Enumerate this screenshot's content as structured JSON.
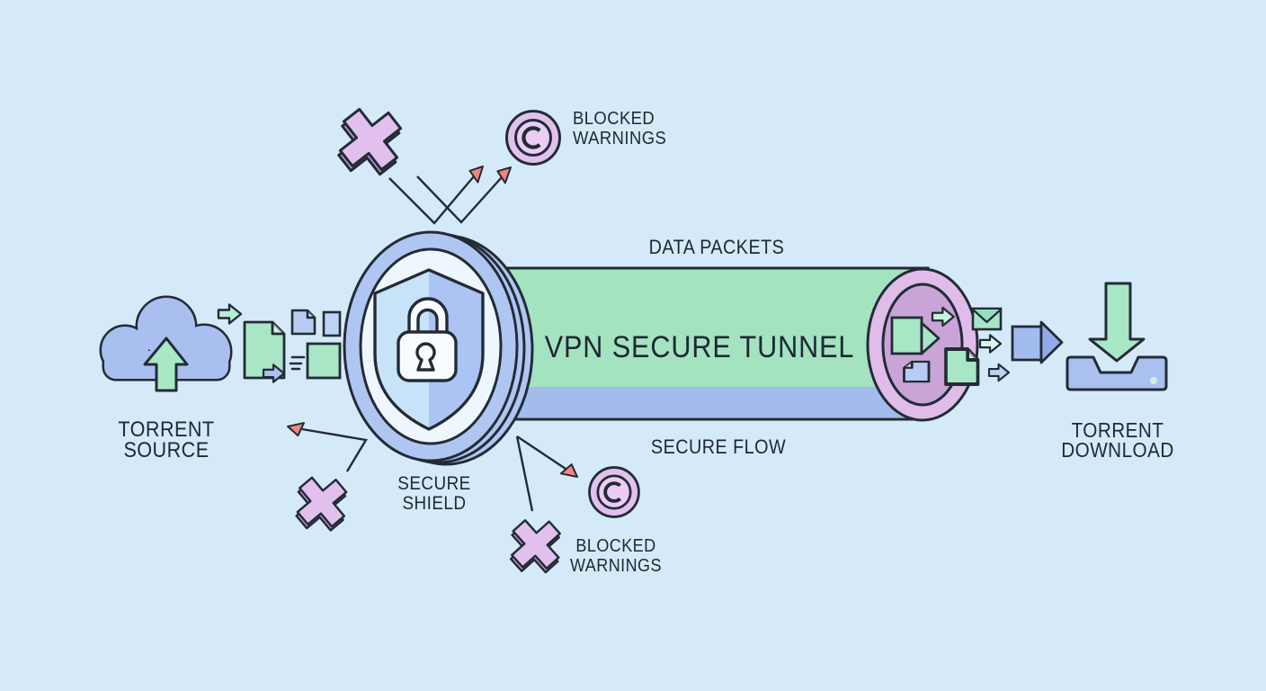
{
  "diagram_title": "VPN Secure Tunnel torrenting diagram",
  "colors": {
    "background": "#d5eaf8",
    "outline": "#232b36",
    "text": "#1d2834",
    "tunnel_green": "#a3e3c0",
    "tunnel_blue": "#a4bbee",
    "cloud_blue": "#a9bff0",
    "mint": "#a8e6c6",
    "periwinkle": "#a9c0f1",
    "shield_ring": "#b0c6f2",
    "shield_left": "#c6e3f8",
    "shield_right": "#abc4f4",
    "lock_white": "#f8fcff",
    "purple_x": "#e2c0ee",
    "purple_deep": "#c8a4d7",
    "oval_outer": "#e0bce9",
    "salmon_arrow": "#f2857c"
  },
  "labels": {
    "blocked_warnings_top": [
      "BLOCKED",
      "WARNINGS"
    ],
    "data_packets": "DATA PACKETS",
    "vpn_tunnel": "VPN SECURE TUNNEL",
    "secure_flow": "SECURE FLOW",
    "torrent_source": [
      "TORRENT",
      "SOURCE"
    ],
    "secure_shield": [
      "SECURE",
      "SHIELD"
    ],
    "blocked_warnings_bottom": [
      "BLOCKED",
      "WARNINGS"
    ],
    "torrent_download": [
      "TORRENT",
      "DOWNLOAD"
    ]
  },
  "icons": {
    "source": "cloud-upload-icon",
    "shield": "shield-lock-icon",
    "blocked": "x-mark-icon",
    "copyright": "copyright-icon",
    "deflected": "deflect-arrow-icon",
    "packets": "file-packet-icon",
    "mail": "envelope-icon",
    "exit": "tunnel-exit-icon",
    "download": "download-tray-icon"
  }
}
